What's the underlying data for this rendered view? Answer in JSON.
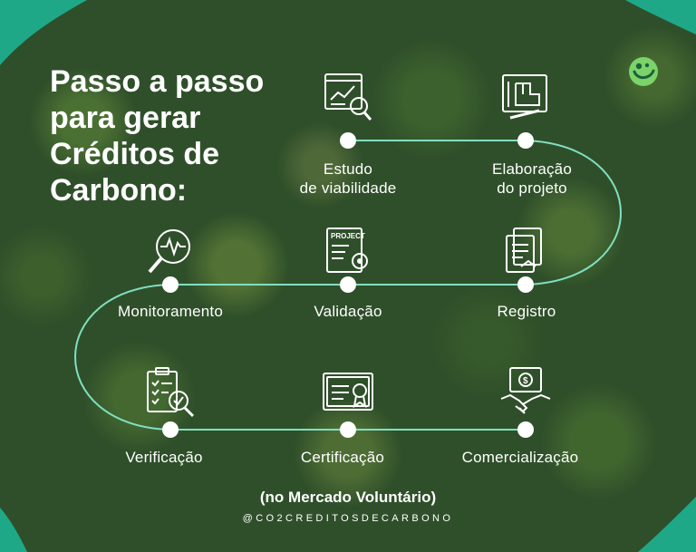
{
  "title": "Passo a passo para gerar Créditos de Carbono:",
  "steps": [
    {
      "label_line1": "Estudo",
      "label_line2": "de viabilidade",
      "icon": "analytics-report-icon"
    },
    {
      "label_line1": "Elaboração",
      "label_line2": "do projeto",
      "icon": "blueprint-icon"
    },
    {
      "label_line1": "Registro",
      "label_line2": "",
      "icon": "registry-documents-icon"
    },
    {
      "label_line1": "Validação",
      "label_line2": "",
      "icon": "project-document-gear-icon",
      "icon_text": "PROJECT"
    },
    {
      "label_line1": "Monitoramento",
      "label_line2": "",
      "icon": "magnifier-pulse-icon"
    },
    {
      "label_line1": "Verificação",
      "label_line2": "",
      "icon": "checklist-magnifier-icon"
    },
    {
      "label_line1": "Certificação",
      "label_line2": "",
      "icon": "certificate-icon"
    },
    {
      "label_line1": "Comercialização",
      "label_line2": "",
      "icon": "handshake-money-icon"
    }
  ],
  "footer_note": "(no Mercado Voluntário)",
  "handle": "@CO2CREDITOSDECARBONO",
  "colors": {
    "accent": "#1fa887",
    "line": "#7fe0c0",
    "text": "#ffffff"
  }
}
